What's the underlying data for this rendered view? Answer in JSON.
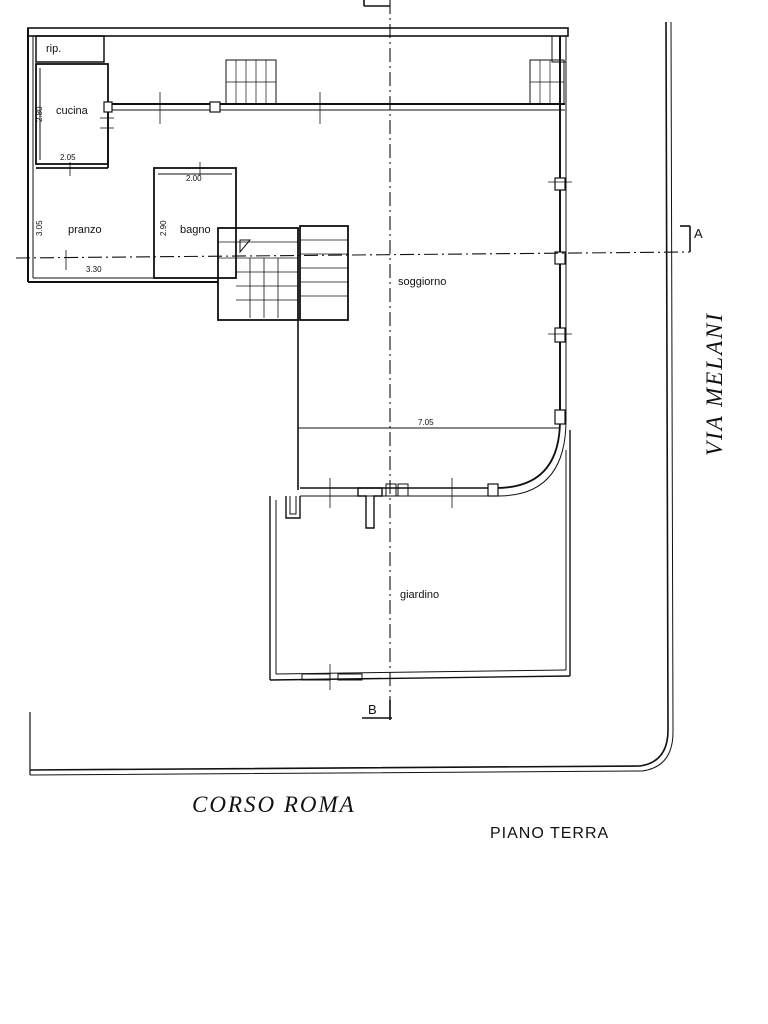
{
  "rooms": {
    "ripostiglio": "rip.",
    "cucina": "cucina",
    "pranzo": "pranzo",
    "bagno": "bagno",
    "soggiorno": "soggiorno",
    "giardino": "giardino"
  },
  "dimensions": {
    "cucina_height": "2.80",
    "cucina_width": "2.05",
    "pranzo_height": "3.05",
    "pranzo_width": "3.30",
    "bagno_width": "2.00",
    "bagno_height": "2.90",
    "soggiorno_width": "7.05"
  },
  "sections": {
    "a": "A",
    "b": "B"
  },
  "streets": {
    "south": "CORSO   ROMA",
    "east": "VIA   MELANI"
  },
  "floor_label": "PIANO TERRA",
  "colors": {
    "ink": "#111111",
    "paper": "#ffffff"
  }
}
